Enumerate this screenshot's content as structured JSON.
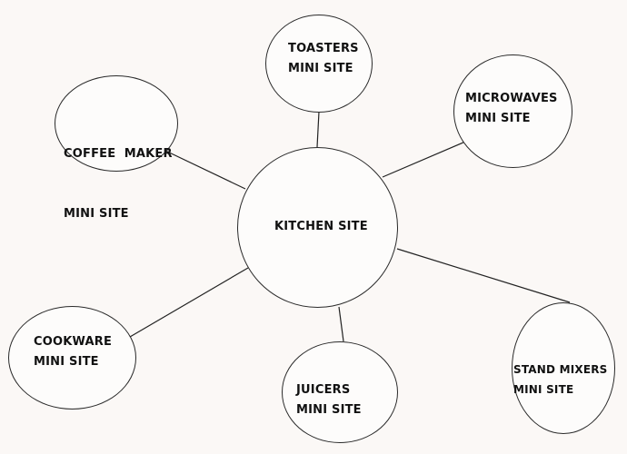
{
  "diagram": {
    "center": {
      "lines": [
        "KITCHEN SITE"
      ]
    },
    "satellites": [
      {
        "id": "toasters",
        "lines": [
          "TOASTERS",
          "MINI SITE"
        ]
      },
      {
        "id": "coffee-maker",
        "lines": [
          "COFFEE  MAKER",
          "MINI SITE"
        ]
      },
      {
        "id": "microwaves",
        "lines": [
          "MICROWAVES",
          "MINI SITE"
        ]
      },
      {
        "id": "cookware",
        "lines": [
          "COOKWARE",
          "MINI SITE"
        ]
      },
      {
        "id": "juicers",
        "lines": [
          "JUICERS",
          "MINI SITE"
        ]
      },
      {
        "id": "stand-mixers",
        "lines": [
          "STAND MIXERS",
          "MINI SITE"
        ]
      }
    ]
  }
}
